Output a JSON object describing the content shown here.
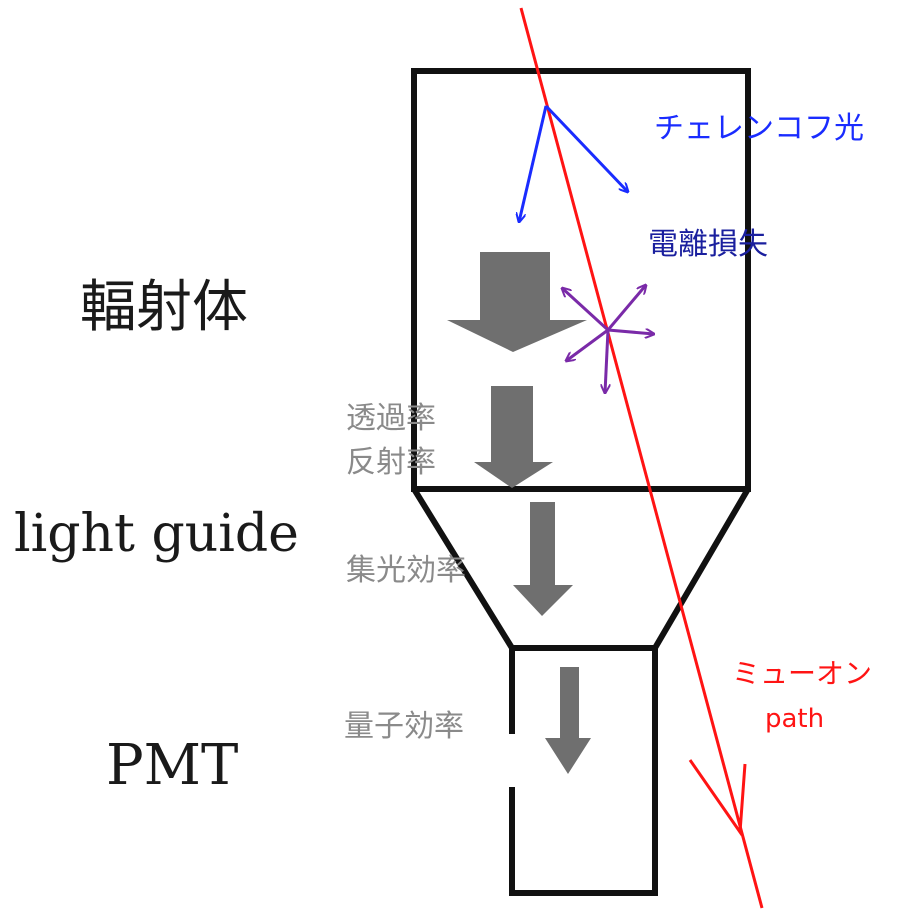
{
  "labels": {
    "radiator": "輻射体",
    "light_guide": "light guide",
    "pmt": "PMT",
    "cherenkov": "チェレンコフ光",
    "ionization": "電離損失",
    "transmittance": "透過率",
    "reflectance": "反射率",
    "collection": "集光効率",
    "quantum": "量子効率",
    "muon": "ミューオン",
    "muon_path": "path"
  },
  "colors": {
    "outline": "#111111",
    "arrow_fill": "#6f6f6f",
    "muon": "#ff1414",
    "cherenkov": "#1a2cff",
    "ionization_text": "#1a1f9e",
    "ionization_arrows": "#7a2aa8",
    "gray_text": "#8a8a8a"
  }
}
